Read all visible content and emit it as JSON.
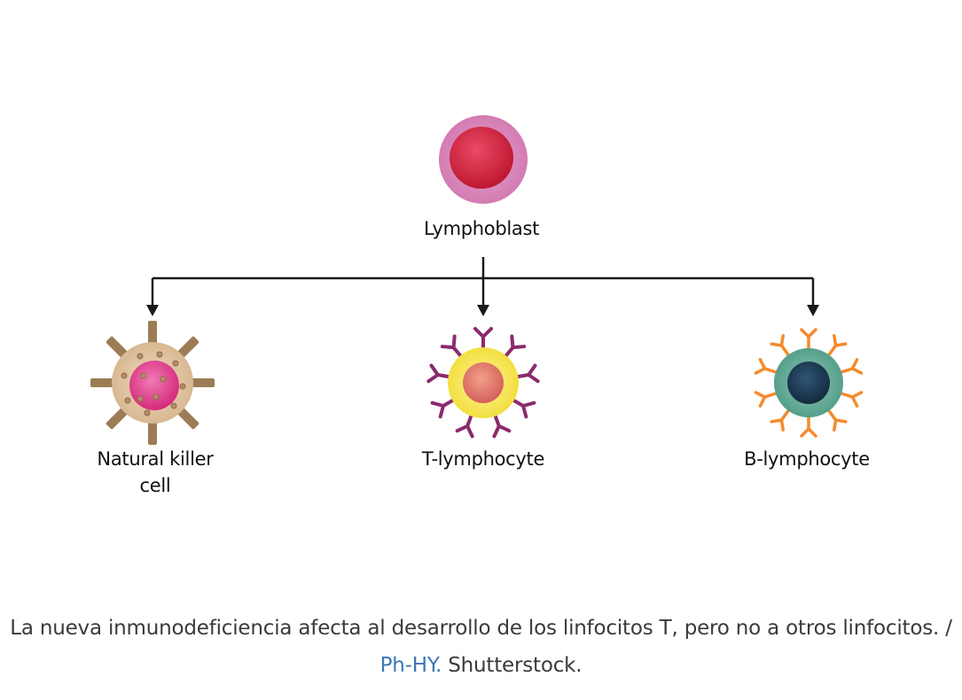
{
  "diagram": {
    "root": {
      "label": "Lymphoblast",
      "icon": "lymphoblast-cell-icon"
    },
    "children": [
      {
        "label_lines": [
          "Natural killer",
          "cell"
        ],
        "icon": "natural-killer-cell-icon"
      },
      {
        "label": "T-lymphocyte",
        "icon": "t-lymphocyte-cell-icon"
      },
      {
        "label": "B-lymphocyte",
        "icon": "b-lymphocyte-cell-icon"
      }
    ]
  },
  "caption": {
    "text_before": "La nueva inmunodeficiencia afecta al desarrollo de los linfocitos T, pero no a otros linfocitos. / ",
    "credit_link": "Ph-HY.",
    "text_after": " Shutterstock."
  },
  "colors": {
    "text": "#3a3a3a",
    "link": "#3d77b5",
    "connector": "#1a1a1a",
    "lymphoblast_outer": "#dc8bbd",
    "lymphoblast_nucleus": "#d2233f",
    "nk_body": "#e2c6a6",
    "nk_nucleus": "#e8428e",
    "nk_spike": "#9c7c55",
    "t_body": "#f7e55a",
    "t_nucleus": "#e4786e",
    "t_receptor": "#8c2a6d",
    "b_body": "#6ab3a0",
    "b_nucleus": "#1d3c56",
    "b_receptor": "#f58a2c"
  }
}
